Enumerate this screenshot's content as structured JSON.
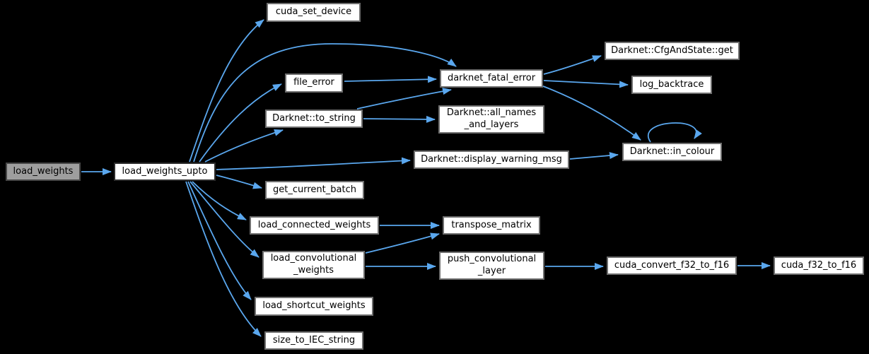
{
  "diagram": {
    "type": "call-graph",
    "background_color": "#000000",
    "edge_color": "#5aa7ee",
    "node_fill": "#ffffff",
    "focus_node_fill": "#9e9e9e",
    "nodes": [
      {
        "id": "load_weights",
        "label": "load_weights",
        "role": "focus"
      },
      {
        "id": "load_weights_upto",
        "label": "load_weights_upto",
        "role": "current"
      },
      {
        "id": "cuda_set_device",
        "label": "cuda_set_device",
        "role": "normal"
      },
      {
        "id": "file_error",
        "label": "file_error",
        "role": "normal"
      },
      {
        "id": "darknet_to_string",
        "label": "Darknet::to_string",
        "role": "normal"
      },
      {
        "id": "darknet_fatal_error",
        "label": "darknet_fatal_error",
        "role": "normal"
      },
      {
        "id": "cfg_and_state_get",
        "label": "Darknet::CfgAndState::get",
        "role": "normal"
      },
      {
        "id": "log_backtrace",
        "label": "log_backtrace",
        "role": "normal"
      },
      {
        "id": "all_names_and_layers",
        "label": "Darknet::all_names\n_and_layers",
        "role": "normal"
      },
      {
        "id": "display_warning_msg",
        "label": "Darknet::display_warning_msg",
        "role": "normal"
      },
      {
        "id": "in_colour",
        "label": "Darknet::in_colour",
        "role": "normal"
      },
      {
        "id": "get_current_batch",
        "label": "get_current_batch",
        "role": "normal"
      },
      {
        "id": "load_connected_weights",
        "label": "load_connected_weights",
        "role": "normal"
      },
      {
        "id": "transpose_matrix",
        "label": "transpose_matrix",
        "role": "normal"
      },
      {
        "id": "load_convolutional_weights",
        "label": "load_convolutional\n_weights",
        "role": "normal"
      },
      {
        "id": "push_convolutional_layer",
        "label": "push_convolutional\n_layer",
        "role": "normal"
      },
      {
        "id": "cuda_convert_f32_to_f16",
        "label": "cuda_convert_f32_to_f16",
        "role": "normal"
      },
      {
        "id": "cuda_f32_to_f16",
        "label": "cuda_f32_to_f16",
        "role": "normal"
      },
      {
        "id": "load_shortcut_weights",
        "label": "load_shortcut_weights",
        "role": "normal"
      },
      {
        "id": "size_to_IEC_string",
        "label": "size_to_IEC_string",
        "role": "normal"
      }
    ],
    "edges": [
      {
        "from": "load_weights",
        "to": "load_weights_upto"
      },
      {
        "from": "load_weights_upto",
        "to": "cuda_set_device"
      },
      {
        "from": "load_weights_upto",
        "to": "darknet_fatal_error"
      },
      {
        "from": "load_weights_upto",
        "to": "file_error"
      },
      {
        "from": "load_weights_upto",
        "to": "darknet_to_string"
      },
      {
        "from": "load_weights_upto",
        "to": "display_warning_msg"
      },
      {
        "from": "load_weights_upto",
        "to": "get_current_batch"
      },
      {
        "from": "load_weights_upto",
        "to": "load_connected_weights"
      },
      {
        "from": "load_weights_upto",
        "to": "load_convolutional_weights"
      },
      {
        "from": "load_weights_upto",
        "to": "load_shortcut_weights"
      },
      {
        "from": "load_weights_upto",
        "to": "size_to_IEC_string"
      },
      {
        "from": "file_error",
        "to": "darknet_fatal_error"
      },
      {
        "from": "darknet_to_string",
        "to": "darknet_fatal_error"
      },
      {
        "from": "darknet_to_string",
        "to": "all_names_and_layers"
      },
      {
        "from": "darknet_fatal_error",
        "to": "cfg_and_state_get"
      },
      {
        "from": "darknet_fatal_error",
        "to": "log_backtrace"
      },
      {
        "from": "darknet_fatal_error",
        "to": "in_colour"
      },
      {
        "from": "display_warning_msg",
        "to": "in_colour"
      },
      {
        "from": "in_colour",
        "to": "in_colour"
      },
      {
        "from": "load_connected_weights",
        "to": "transpose_matrix"
      },
      {
        "from": "load_convolutional_weights",
        "to": "transpose_matrix"
      },
      {
        "from": "load_convolutional_weights",
        "to": "push_convolutional_layer"
      },
      {
        "from": "push_convolutional_layer",
        "to": "cuda_convert_f32_to_f16"
      },
      {
        "from": "cuda_convert_f32_to_f16",
        "to": "cuda_f32_to_f16"
      }
    ]
  }
}
